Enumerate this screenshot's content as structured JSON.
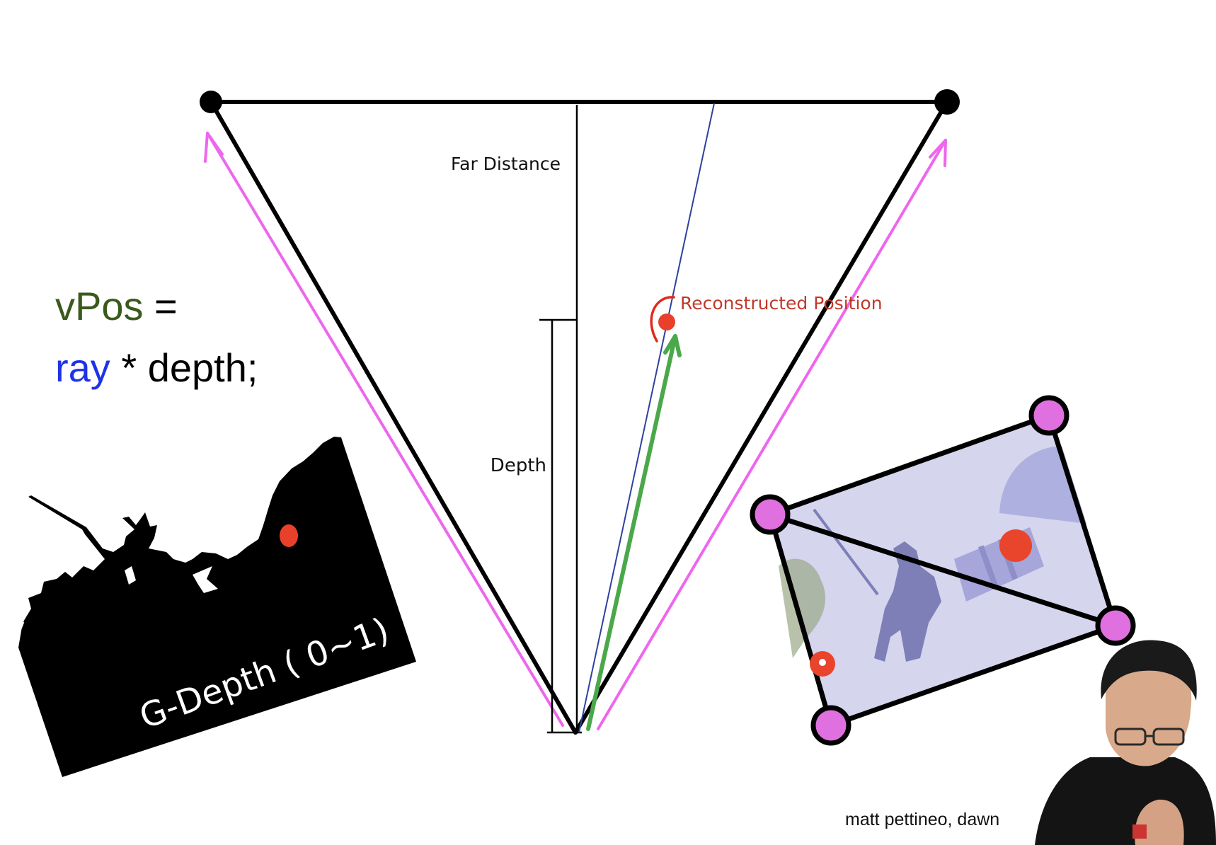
{
  "diagram": {
    "far_distance_label": "Far Distance",
    "depth_label": "Depth",
    "reconstructed_label": "Reconstructed Position",
    "gdepth_label": "G-Depth ( 0~1)",
    "code": {
      "line1_var": "vPos",
      "line1_op": " =",
      "line2_ray": "ray",
      "line2_rest": " * depth;"
    },
    "credit": "matt pettineo, dawn",
    "colors": {
      "frustum": "#000000",
      "ray_magenta": "#ee66ee",
      "center_ray": "#3040a0",
      "green_arrow": "#4aa84a",
      "point_red": "#e8402a",
      "vertex_fill": "#e070e0",
      "label_red": "#c0392b"
    }
  }
}
